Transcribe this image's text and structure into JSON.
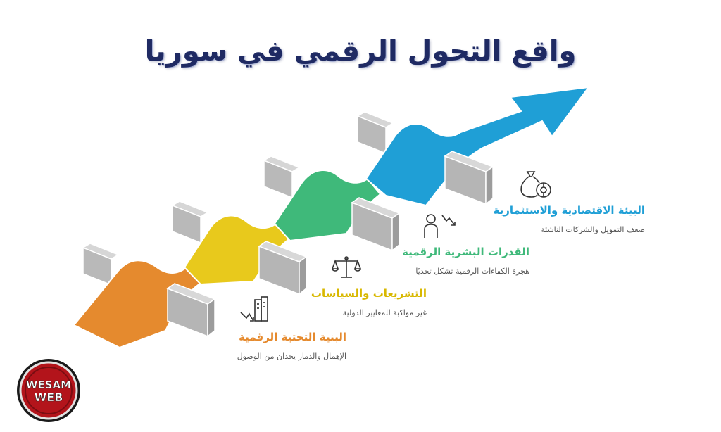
{
  "title": "واقع التحول الرقمي في سوريا",
  "steps": [
    {
      "heading": "البنية التحتية الرقمية",
      "description": "الإهمال والدمار يحدان من الوصول",
      "color": "#e58a2e",
      "icon": "building-decline-icon"
    },
    {
      "heading": "التشريعات والسياسات",
      "description": "غير مواكبة للمعايير الدولية",
      "color": "#e8c91c",
      "icon": "scales-icon"
    },
    {
      "heading": "القدرات البشرية الرقمية",
      "description": "هجرة الكفاءات الرقمية تشكل تحديًا",
      "color": "#3fb97a",
      "icon": "person-decline-icon"
    },
    {
      "heading": "البيئة الاقتصادية والاستثمارية",
      "description": "ضعف التمويل والشركات الناشئة",
      "color": "#1f9fd6",
      "icon": "money-bag-coin-icon"
    }
  ],
  "logo": {
    "line1": "WESAM",
    "line2": "WEB"
  }
}
